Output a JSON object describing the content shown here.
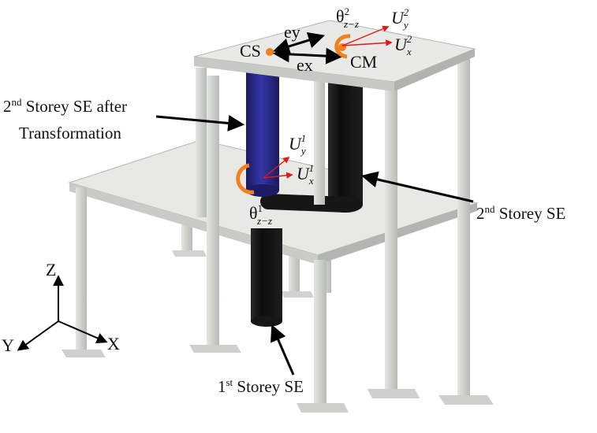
{
  "figure": {
    "axes": {
      "z": "Z",
      "y": "Y",
      "x": "X"
    },
    "labels": {
      "cs": "CS",
      "cm": "CM",
      "ey": "ey",
      "ex": "ex",
      "theta_top": {
        "base": "θ",
        "sup": "2",
        "sub": "z−z"
      },
      "theta_bottom": {
        "base": "θ",
        "sup": "1",
        "sub": "z−z"
      },
      "uy_top": {
        "base": "U",
        "sub": "y",
        "sup": "2"
      },
      "ux_top": {
        "base": "U",
        "sub": "x",
        "sup": "2"
      },
      "uy_bottom": {
        "base": "U",
        "sub": "y",
        "sup": "1"
      },
      "ux_bottom": {
        "base": "U",
        "sub": "x",
        "sup": "1"
      },
      "se2_transformed": {
        "line1_prefix": "2",
        "line1_sup": "nd",
        "line1_suffix": " Storey SE after",
        "line2": "Transformation"
      },
      "se2": {
        "prefix": "2",
        "sup": "nd",
        "suffix": " Storey SE"
      },
      "se1": {
        "prefix": "1",
        "sup": "st",
        "suffix": " Storey SE"
      }
    },
    "colors": {
      "frame": "#d9dbd8",
      "frame_shadow": "#a9aca8",
      "slab": "#e7e8e4",
      "black_element": "#161616",
      "blue_element": "#22227a",
      "arrow": "#000000",
      "red_vector": "#e01818",
      "rotation": "#f08020"
    }
  }
}
